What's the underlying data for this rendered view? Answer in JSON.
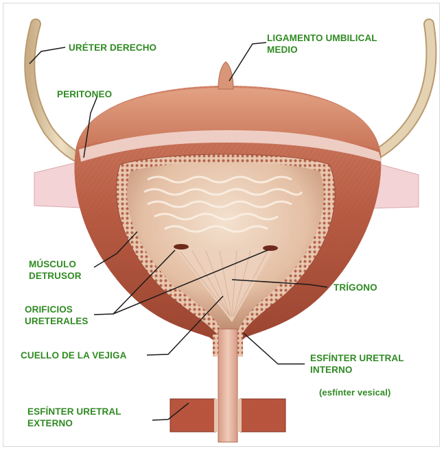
{
  "colors": {
    "label_green": "#2f8a22",
    "leader_line": "#1a1a1a",
    "muscle": "#b85b43",
    "mucosa": "#e6c7b1",
    "ureter": "#d9c4a0",
    "peritoneum": "#f2cfd3"
  },
  "labels": {
    "ureter_derecho": "URÉTER DERECHO",
    "ligamento": "LIGAMENTO UMBILICAL\nMEDIO",
    "peritoneo": "PERITONEO",
    "musculo": "MÚSCULO\nDETRUSOR",
    "trigono": "TRÍGONO",
    "orificios": "ORIFICIOS\nURETERALES",
    "cuello": "CUELLO DE LA VEJIGA",
    "esf_interno": "ESFÍNTER URETRAL\nINTERNO",
    "esf_vesical": "(esfínter vesical)",
    "esf_externo": "ESFÍNTER URETRAL\nEXTERNO"
  }
}
